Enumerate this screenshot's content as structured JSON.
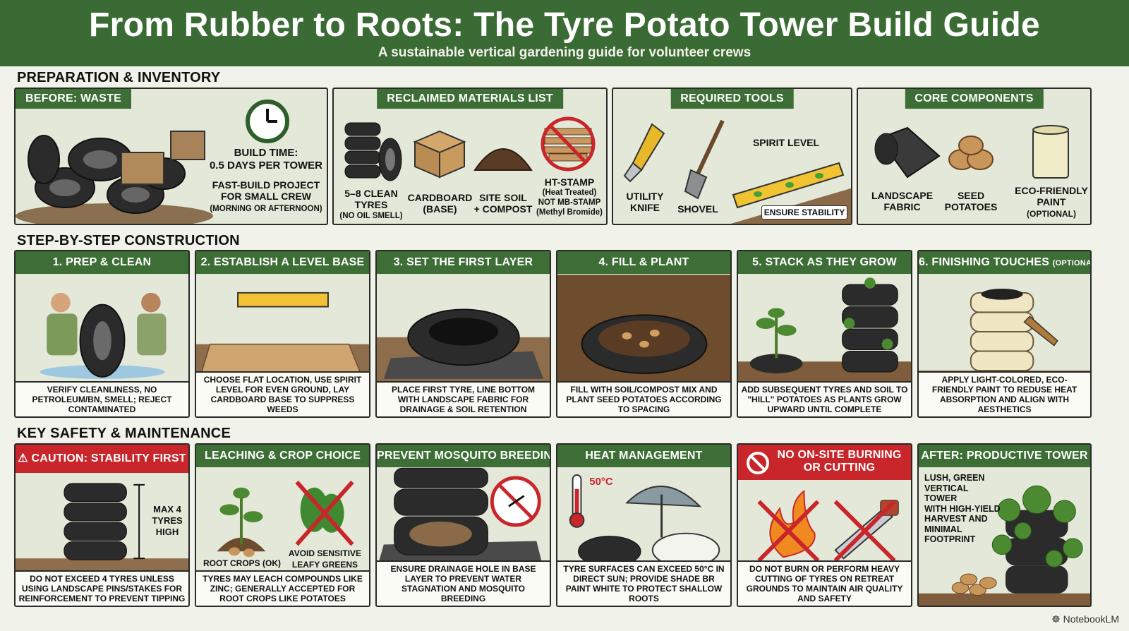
{
  "header": {
    "title": "From Rubber to Roots: The Tyre Potato Tower Build Guide",
    "subtitle": "A sustainable vertical gardening guide for volunteer crews"
  },
  "sections": {
    "prep": "PREPARATION & INVENTORY",
    "steps": "STEP-BY-STEP CONSTRUCTION",
    "safety": "KEY SAFETY & MAINTENANCE"
  },
  "prep": {
    "before": {
      "tab": "BEFORE: WASTE",
      "build_time": "BUILD TIME:\n0.5 DAYS PER TOWER",
      "fast_build": "FAST-BUILD PROJECT\nFOR SMALL CREW",
      "fast_build_note": "(MORNING OR AFTERNOON)"
    },
    "materials": {
      "tab": "RECLAIMED MATERIALS LIST",
      "tyres": "5–8 CLEAN\nTYRES",
      "tyres_note": "(NO OIL SMELL)",
      "cardboard": "CARDBOARD\n(BASE)",
      "soil": "SITE SOIL\n+ COMPOST",
      "pallet": "HT-STAMP",
      "pallet_note": "(Heat Treated)\nNOT MB-STAMP\n(Methyl Bromide)"
    },
    "tools": {
      "tab": "REQUIRED TOOLS",
      "knife": "UTILITY\nKNIFE",
      "shovel": "SHOVEL",
      "level": "SPIRIT LEVEL",
      "stability": "ENSURE STABILITY"
    },
    "components": {
      "tab": "CORE COMPONENTS",
      "fabric": "LANDSCAPE\nFABRIC",
      "seed": "SEED\nPOTATOES",
      "paint": "ECO-FRIENDLY\nPAINT",
      "paint_note": "(OPTIONAL)"
    }
  },
  "steps": [
    {
      "title": "1. PREP & CLEAN",
      "note": "",
      "caption": "VERIFY CLEANLINESS, NO PETROLEUM/BN, SMELL; REJECT CONTAMINATED"
    },
    {
      "title": "2. ESTABLISH A LEVEL BASE",
      "note": "",
      "caption": "CHOOSE FLAT LOCATION, USE SPIRIT LEVEL FOR EVEN GROUND, LAY CARDBOARD BASE TO SUPPRESS WEEDS"
    },
    {
      "title": "3. SET THE FIRST LAYER",
      "note": "",
      "caption": "PLACE FIRST TYRE, LINE BOTTOM WITH LANDSCAPE FABRIC FOR DRAINAGE & SOIL RETENTION"
    },
    {
      "title": "4. FILL & PLANT",
      "note": "",
      "caption": "FILL WITH SOIL/COMPOST MIX AND PLANT SEED POTATOES ACCORDING TO SPACING"
    },
    {
      "title": "5. STACK AS THEY GROW",
      "note": "",
      "caption": "ADD SUBSEQUENT TYRES AND SOIL TO \"HILL\" POTATOES AS PLANTS GROW UPWARD UNTIL COMPLETE"
    },
    {
      "title": "6. FINISHING TOUCHES",
      "note": "(OPTIONAL)",
      "caption": "APPLY LIGHT-COLORED, ECO-FRIENDLY PAINT TO REDUSE HEAT ABSORPTION AND ALIGN WITH AESTHETICS"
    }
  ],
  "safety": {
    "stability": {
      "title": "CAUTION: STABILITY FIRST",
      "max": "MAX 4\nTYRES\nHIGH",
      "caption": "DO NOT EXCEED 4 TYRES UNLESS USING LANDSCAPE PINS/STAKES FOR REINFORCEMENT TO PREVENT TIPPING"
    },
    "leaching": {
      "title": "LEACHING & CROP CHOICE",
      "root": "ROOT CROPS (OK)",
      "avoid": "AVOID SENSITIVE\nLEAFY GREENS",
      "caption": "TYRES MAY LEACH COMPOUNDS LIKE ZINC; GENERALLY ACCEPTED FOR ROOT CROPS LIKE POTATOES"
    },
    "mosquito": {
      "title": "PREVENT MOSQUITO BREEDING",
      "caption": "ENSURE DRAINAGE HOLE IN BASE LAYER TO PREVENT WATER STAGNATION AND MOSQUITO BREEDING"
    },
    "heat": {
      "title": "HEAT MANAGEMENT",
      "temp": "50°C",
      "caption": "TYRE SURFACES CAN EXCEED 50°C IN DIRECT SUN; PROVIDE SHADE BR PAINT WHITE TO PROTECT SHALLOW ROOTS"
    },
    "burning": {
      "title": "NO ON-SITE BURNING\nOR CUTTING",
      "caption": "DO NOT BURN OR PERFORM HEAVY CUTTING OF TYRES ON RETREAT GROUNDS TO MAINTAIN AIR QUALITY AND SAFETY"
    },
    "after": {
      "title": "AFTER: PRODUCTIVE TOWER",
      "desc": "LUSH, GREEN\nVERTICAL TOWER\nWITH HIGH-YIELD\nHARVEST AND\nMINIMAL\nFOOTPRINT"
    }
  },
  "brand": "NotebookLM",
  "colors": {
    "header_green": "#3b6b34",
    "tab_green": "#3d6e35",
    "alert_red": "#c8262b",
    "panel_bg": "#e4e8d8"
  }
}
